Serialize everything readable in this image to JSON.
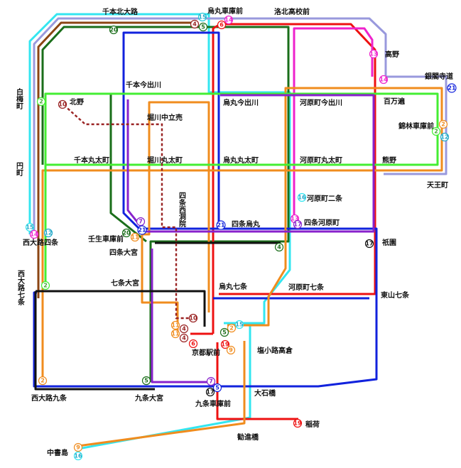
{
  "colors": {
    "cyan": "#33e6f0",
    "lavender": "#9999dd",
    "brown": "#8b4513",
    "darkgreen": "#1a6e1a",
    "red": "#ee1111",
    "blue": "#1122dd",
    "magenta": "#ee22cc",
    "orange": "#f08c1e",
    "lime": "#44ee33",
    "purple": "#8822cc",
    "black": "#111111",
    "maroon": "#992222"
  },
  "stops": {
    "senbon_kitaoji": "千本北大路",
    "karasuma_shako": "烏丸車庫前",
    "rakuhoku": "洛北高校前",
    "takano": "高野",
    "ginkakuji": "銀閣寺道",
    "hyakumanben": "百万遍",
    "shirinrin": "錦林車庫前",
    "tennocho": "天王町",
    "kumano": "熊野",
    "shiraumecho": "白梅町",
    "kitano": "北野",
    "senbon_imadegawa": "千本今出川",
    "horikawa_nakadachiuri": "堀川中立売",
    "karasuma_imadegawa": "烏丸今出川",
    "kawaramachi_imadegawa": "河原町今出川",
    "enmachi": "円町",
    "senbon_marutamachi": "千本丸太町",
    "horikawa_marutamachi": "堀川丸太町",
    "karasuma_marutamachi": "烏丸丸太町",
    "kawaramachi_marutamachi": "河原町丸太町",
    "kawaramachi_nijo": "河原町二条",
    "shijo_nishinotoin": "四条西洞院",
    "shijo_karasuma": "四条烏丸",
    "shijo_kawaramachi": "四条河原町",
    "nishioji_shijo": "西大路四条",
    "mibu_shako": "壬生車庫前",
    "shijo_omiya": "四条大宮",
    "gion": "祇園",
    "nishioji_shichijo": "西大路七条",
    "shichijo_omiya": "七条大宮",
    "karasuma_shichijo": "烏丸七条",
    "kawaramachi_shichijo": "河原町七条",
    "higashiyama_shichijo": "東山七条",
    "kyoto_station": "京都駅前",
    "shiokoji_takakura": "塩小路高倉",
    "nishioji_kujo": "西大路九条",
    "kujo_omiya": "九条大宮",
    "kujo_shako": "九条車庫前",
    "oishibashi": "大石橋",
    "inari": "稲荷",
    "kanshinbashi": "勧進橋",
    "chushojima": "中書島"
  },
  "routes": {
    "r2": "2",
    "r4": "4",
    "r5": "5",
    "r6": "6",
    "r7": "7",
    "r9": "9",
    "r10": "10",
    "r11": "11",
    "r12": "12",
    "r13": "13",
    "r14": "14",
    "r15": "15",
    "r16": "16",
    "r17": "17",
    "r19": "19",
    "r20": "20",
    "r21": "21"
  }
}
